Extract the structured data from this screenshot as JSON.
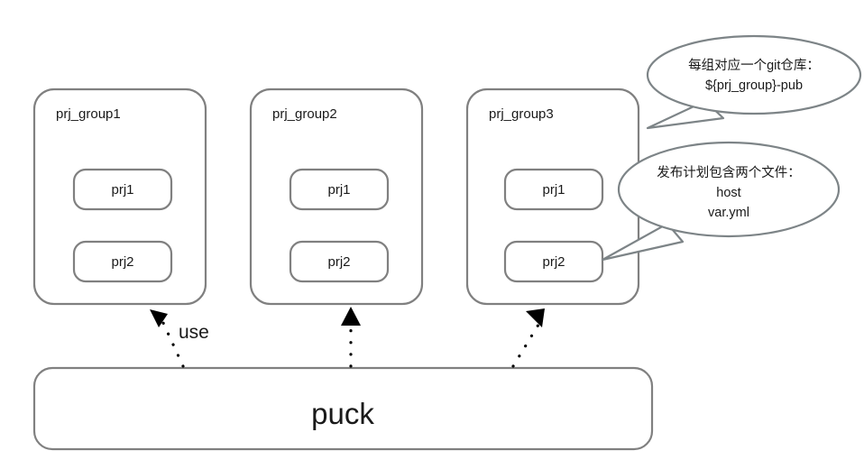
{
  "diagram": {
    "title": "puck project group deployment diagram",
    "stroke_color": "#808080",
    "callout_stroke_color": "#7d8487",
    "text_color": "#1a1a1a",
    "background": "#ffffff"
  },
  "groups": [
    {
      "label": "prj_group1",
      "projects": [
        {
          "label": "prj1"
        },
        {
          "label": "prj2"
        }
      ]
    },
    {
      "label": "prj_group2",
      "projects": [
        {
          "label": "prj1"
        },
        {
          "label": "prj2"
        }
      ]
    },
    {
      "label": "prj_group3",
      "projects": [
        {
          "label": "prj1"
        },
        {
          "label": "prj2"
        }
      ]
    }
  ],
  "platform": {
    "label": "puck"
  },
  "edges": [
    {
      "label": "use",
      "from": "puck",
      "to": "prj_group1"
    },
    {
      "label": "",
      "from": "puck",
      "to": "prj_group2"
    },
    {
      "label": "",
      "from": "puck",
      "to": "prj_group3"
    }
  ],
  "callouts": [
    {
      "name": "git-repo-callout",
      "lines": [
        "每组对应一个git仓库：",
        "${prj_group}-pub"
      ],
      "points_to": "prj_group3"
    },
    {
      "name": "release-plan-callout",
      "lines": [
        "发布计划包含两个文件：",
        "host",
        "var.yml"
      ],
      "points_to": "prj_group3.prj2"
    }
  ]
}
